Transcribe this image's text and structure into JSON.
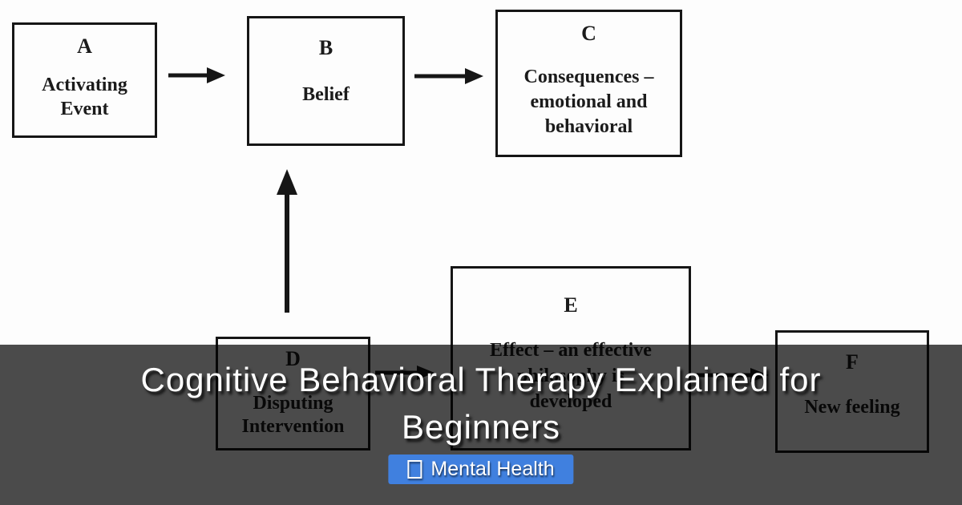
{
  "banner": {
    "title_line1": "Cognitive Behavioral Therapy Explained for",
    "title_line2": "Beginners",
    "category_label": "Mental Health",
    "category_icon": "missing-glyph-square",
    "category_color": "#4080df",
    "overlay_color": "rgba(2,2,2,0.71)",
    "title_color": "#ffffff"
  },
  "diagram": {
    "ink_color": "#161616",
    "background_color": "#fdfdfd",
    "boxes": [
      {
        "id": "A",
        "letter": "A",
        "lines": [
          "Activating",
          "Event"
        ]
      },
      {
        "id": "B",
        "letter": "B",
        "lines": [
          "Belief"
        ]
      },
      {
        "id": "C",
        "letter": "C",
        "lines": [
          "Consequences –",
          "emotional and",
          "behavioral"
        ]
      },
      {
        "id": "D",
        "letter": "D",
        "lines": [
          "Disputing",
          "Intervention"
        ]
      },
      {
        "id": "E",
        "letter": "E",
        "lines": [
          "Effect – an effective",
          "philosophy is",
          "developed"
        ]
      },
      {
        "id": "F",
        "letter": "F",
        "lines": [
          "New feeling"
        ]
      }
    ],
    "arrows": [
      {
        "from": "A",
        "to": "B"
      },
      {
        "from": "B",
        "to": "C"
      },
      {
        "from": "D",
        "to": "B"
      },
      {
        "from": "D",
        "to": "E"
      },
      {
        "from": "E",
        "to": "F"
      }
    ]
  }
}
